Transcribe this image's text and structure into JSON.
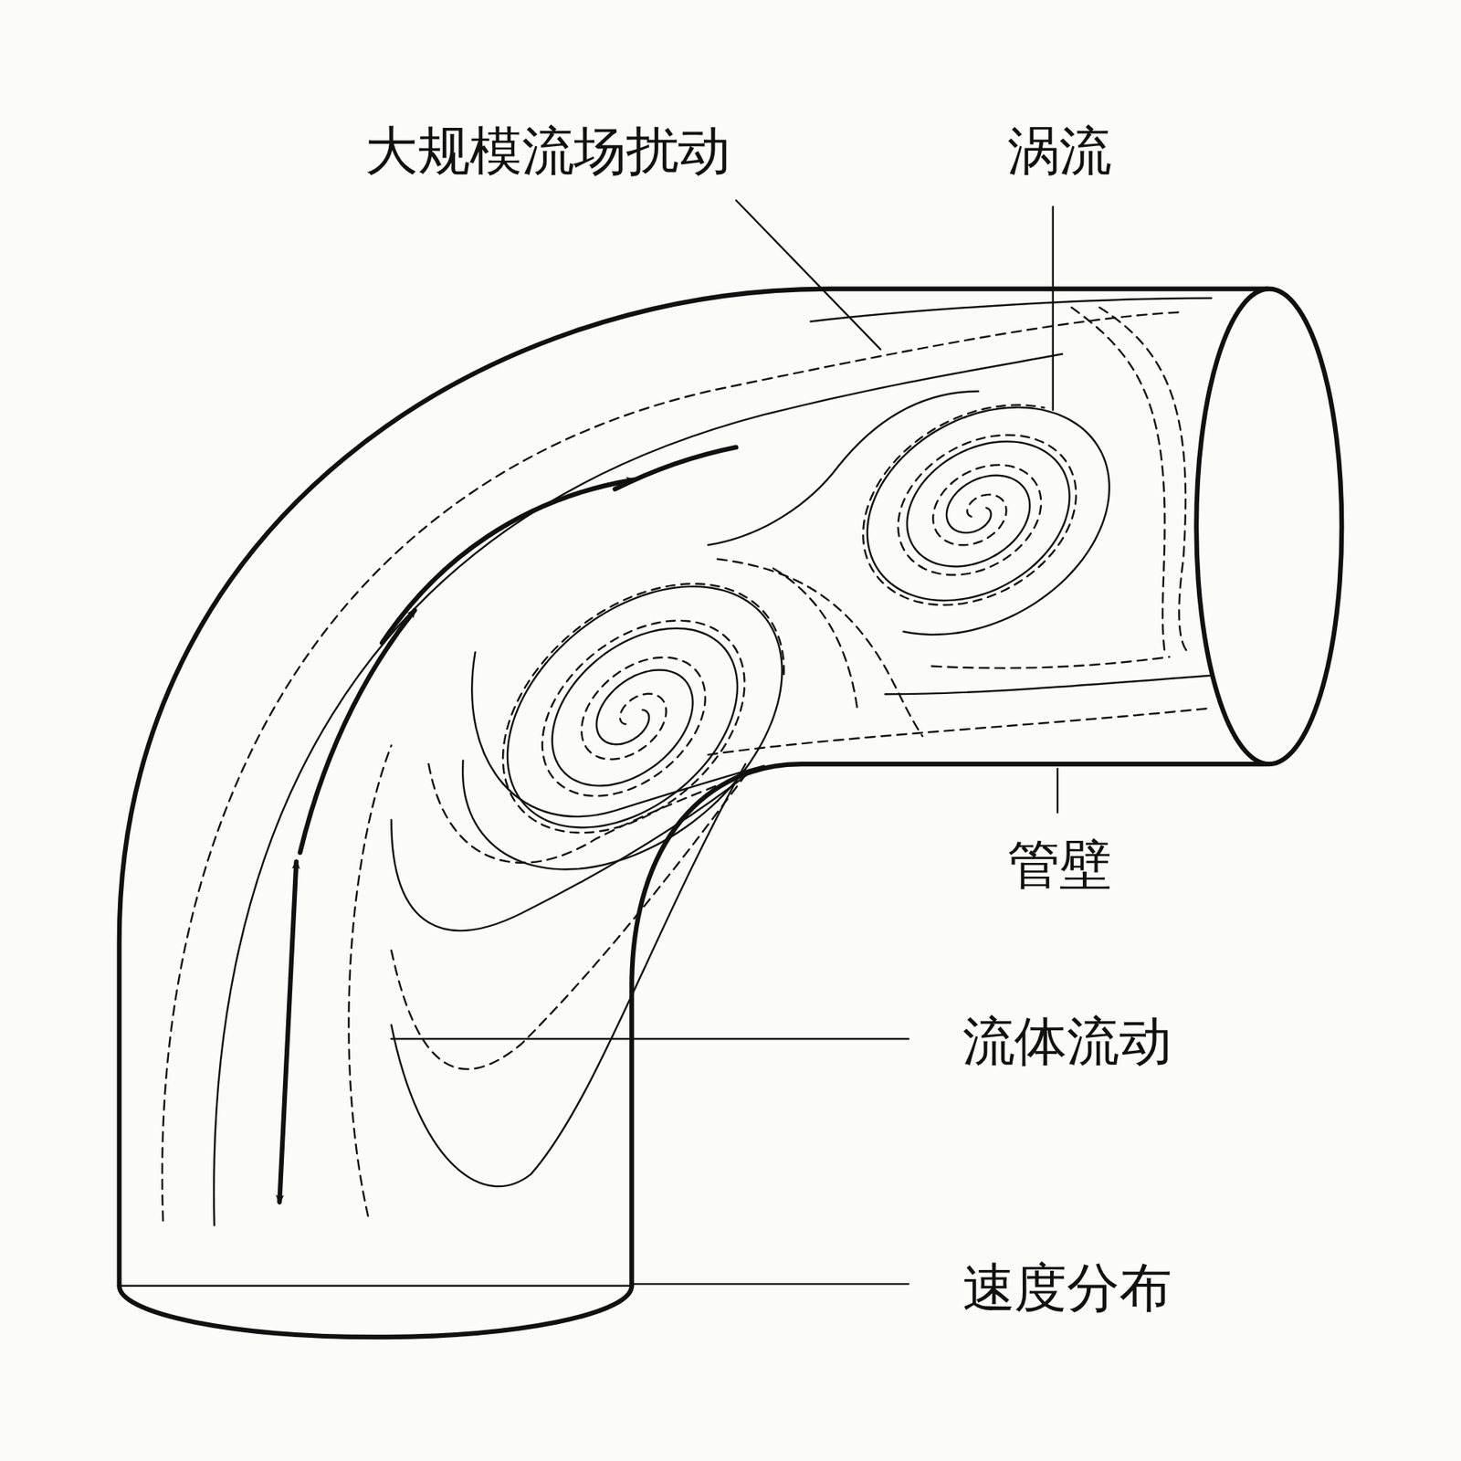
{
  "diagram": {
    "labels": [
      "大规模流场扰动",
      "涡流",
      "管壁",
      "流体流动",
      "速度分布"
    ]
  }
}
